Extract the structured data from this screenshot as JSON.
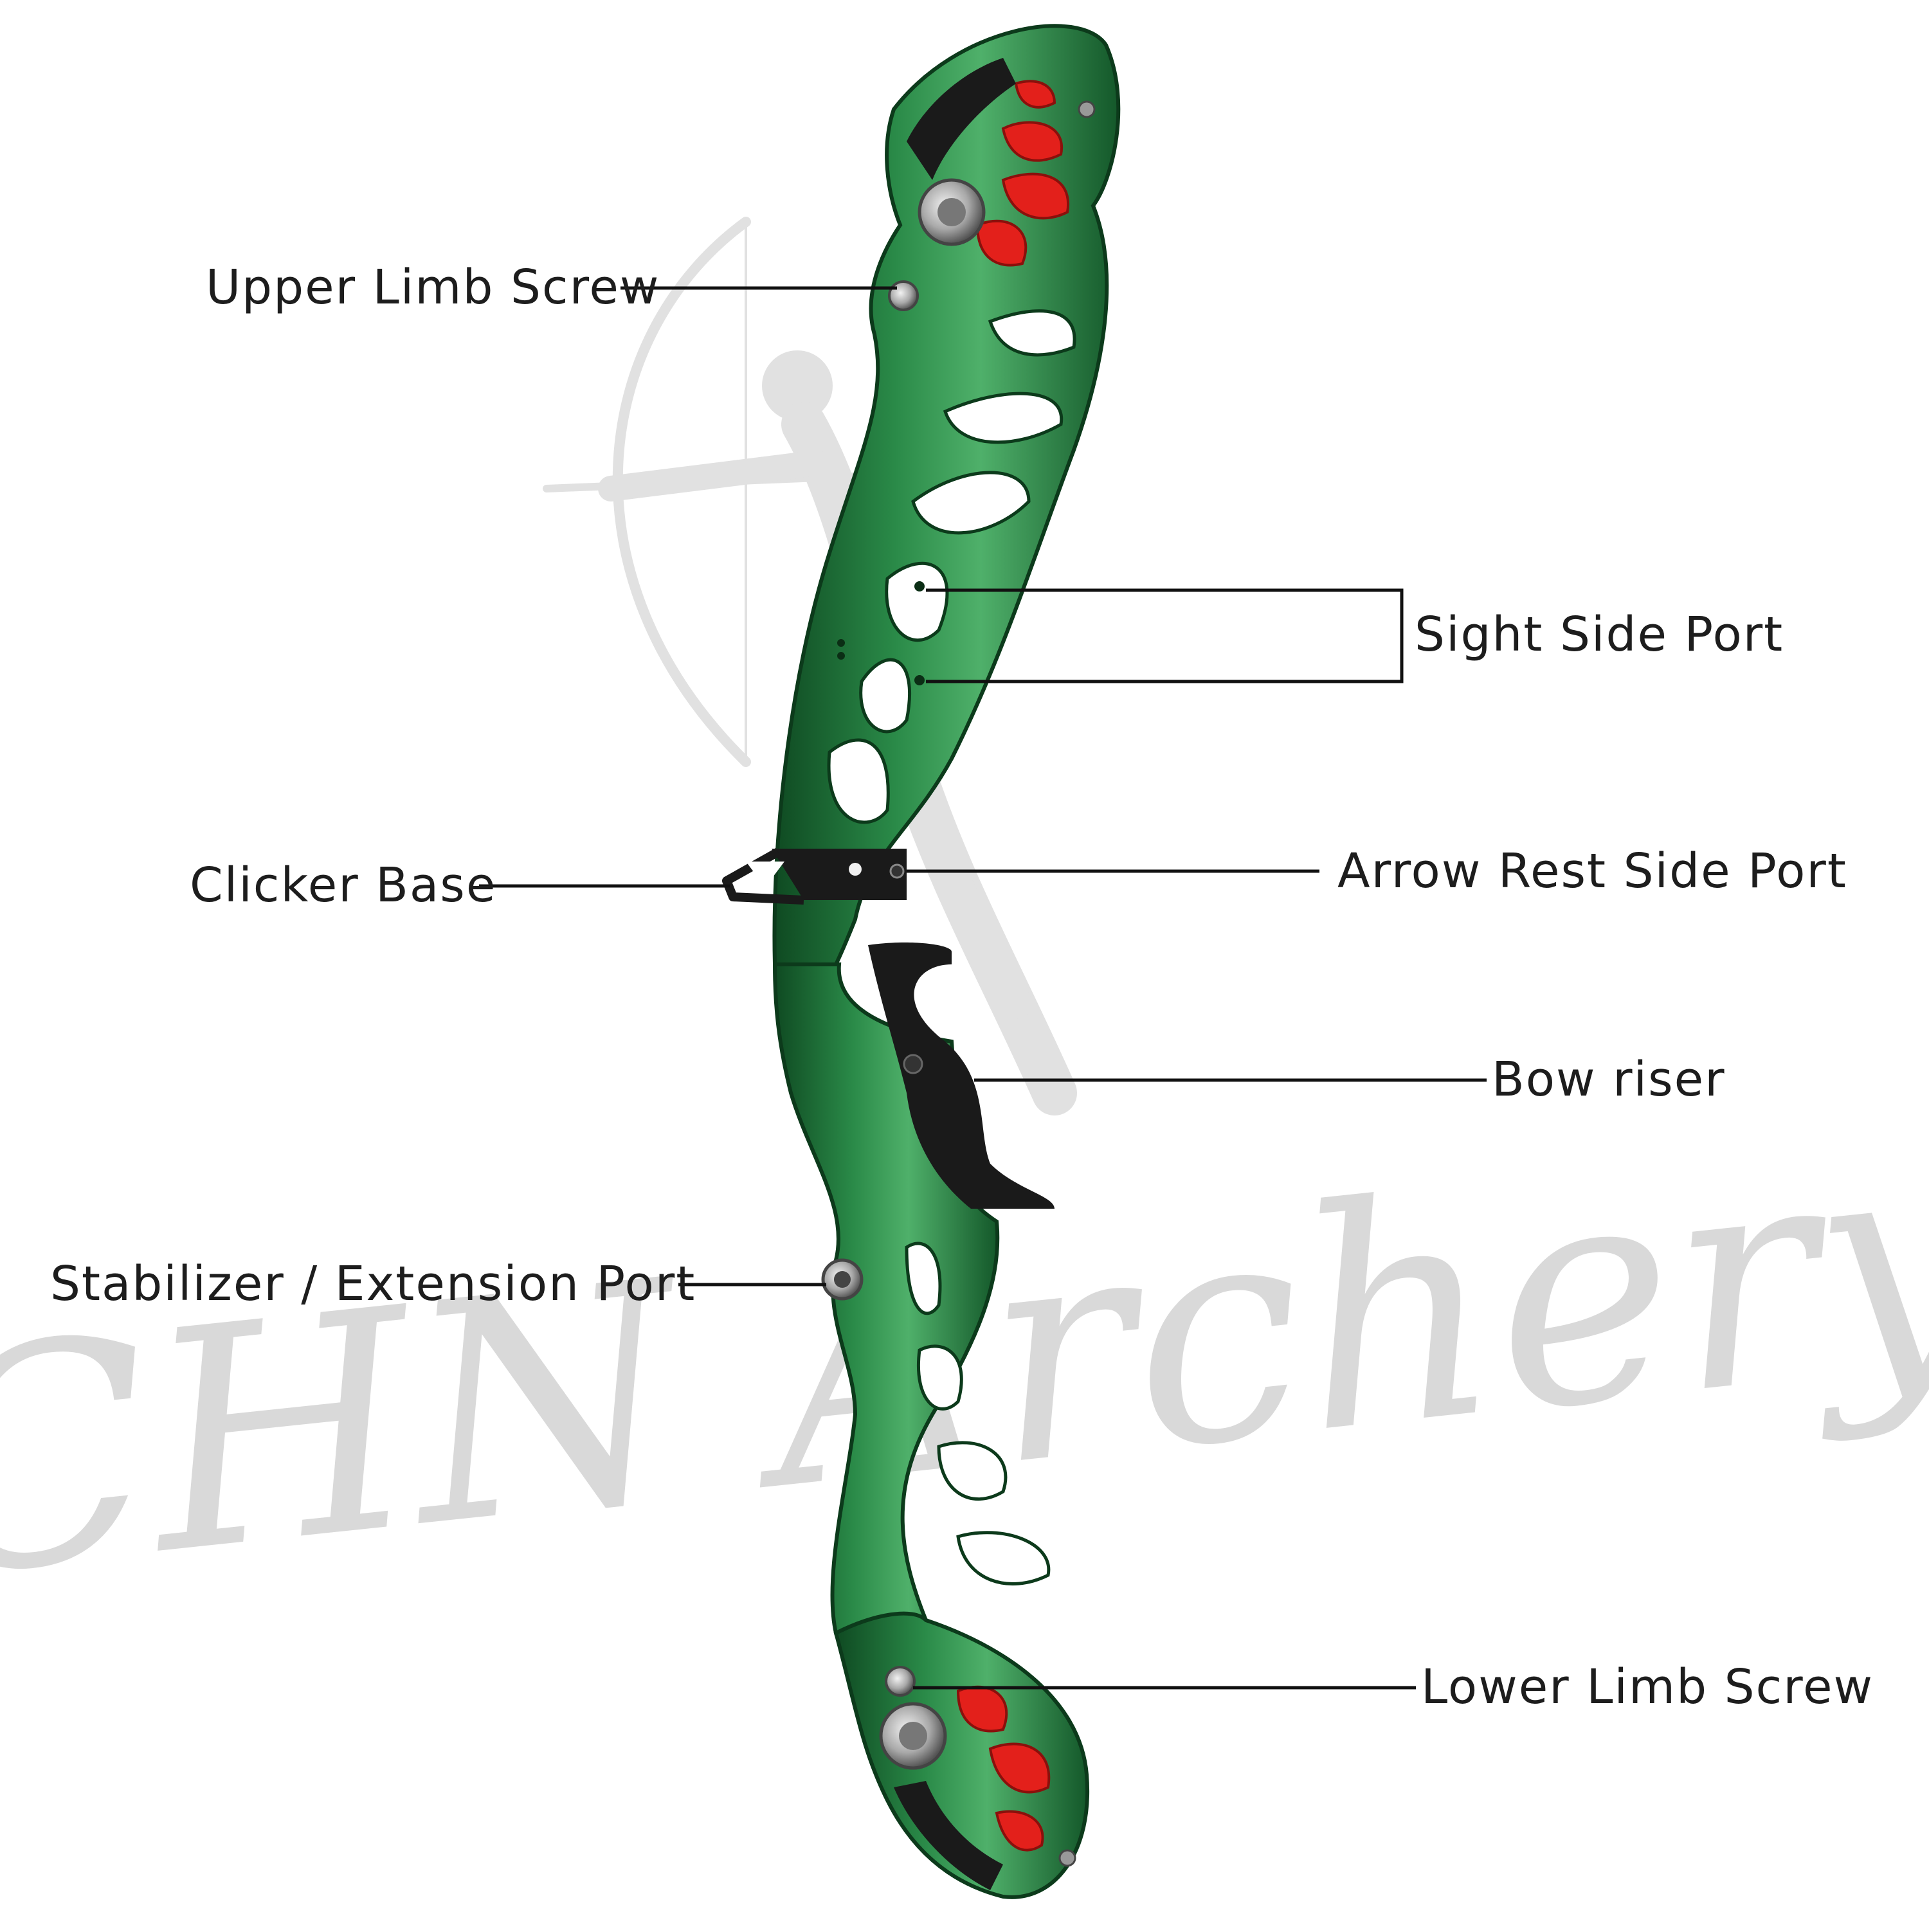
{
  "watermark": {
    "text": "CHN Archery",
    "figure_icon": "archer-silhouette-icon"
  },
  "labels": {
    "upper_limb_screw": "Upper Limb Screw",
    "sight_side_port": "Sight Side Port",
    "clicker_base": "Clicker Base",
    "arrow_rest_side_port": "Arrow Rest Side Port",
    "bow_riser": "Bow riser",
    "stabilizer_port": "Stabilizer / Extension Port",
    "lower_limb_screw": "Lower Limb Screw"
  },
  "colors": {
    "riser_green": "#1e7a3c",
    "riser_dark": "#0f4a22",
    "riser_light": "#4fb06a",
    "accent_red": "#e3201b",
    "grip_black": "#1a1a1a",
    "leader_line": "#111111",
    "watermark_gray": "#c9c9c9"
  }
}
